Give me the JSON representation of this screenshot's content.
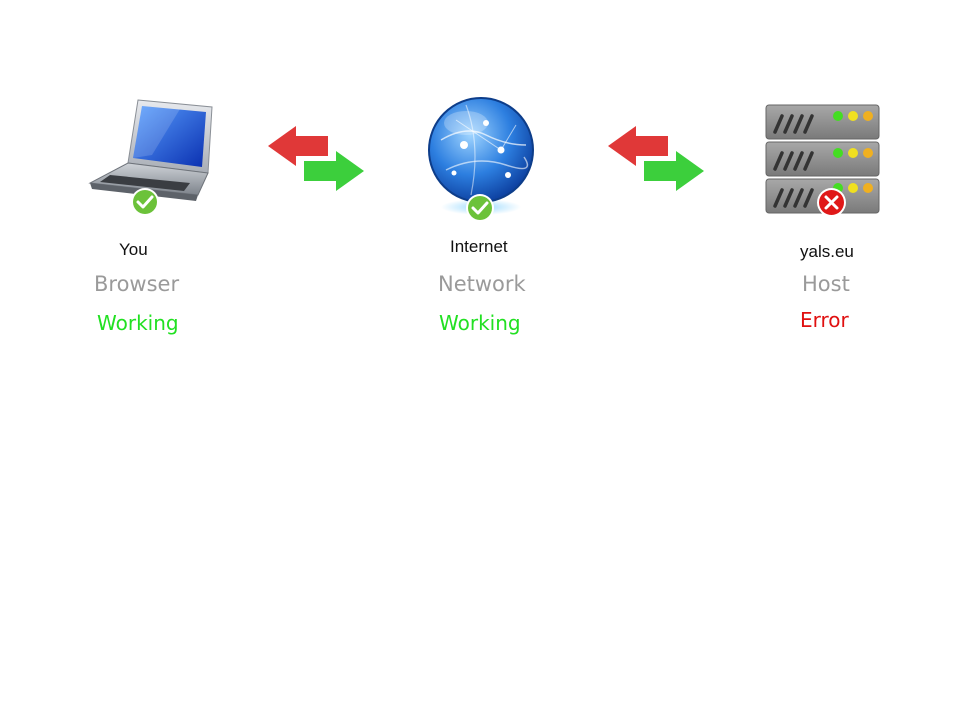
{
  "nodes": {
    "browser": {
      "name": "You",
      "role": "Browser",
      "status": "Working"
    },
    "network": {
      "name": "Internet",
      "role": "Network",
      "status": "Working"
    },
    "host": {
      "name": "yals.eu",
      "role": "Host",
      "status": "Error"
    }
  },
  "colors": {
    "ok": "#22e022",
    "error": "#e01010",
    "role": "#9a9a9a",
    "arrow_left": "#e03838",
    "arrow_right": "#3ccf3c"
  },
  "icons": {
    "browser": "laptop-icon",
    "network": "globe-icon",
    "host": "server-icon",
    "ok_badge": "check-badge-icon",
    "error_badge": "error-badge-icon",
    "connection": "bidirectional-arrows-icon"
  }
}
